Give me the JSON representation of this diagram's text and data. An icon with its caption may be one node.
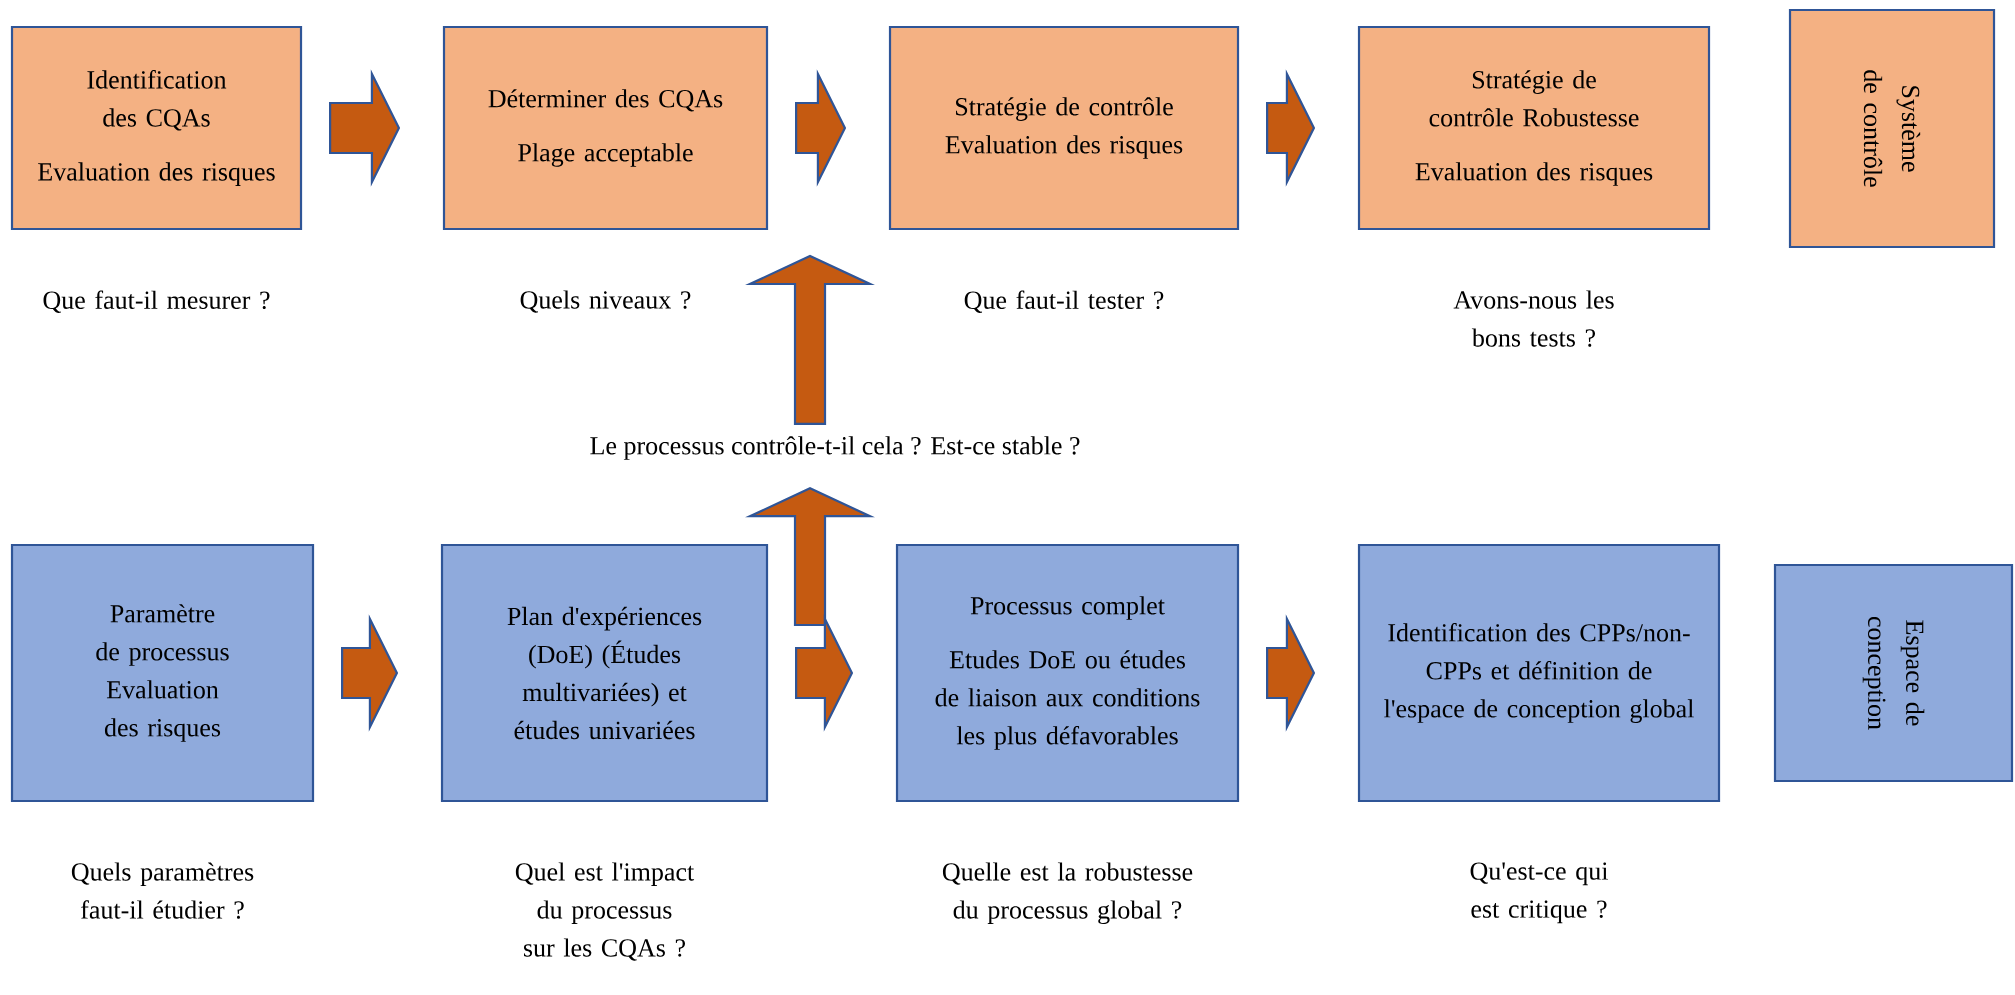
{
  "diagram": {
    "nodes": [
      {
        "text": [
          "Identification des CQAs",
          "Evaluation des risques"
        ],
        "beside": [
          "Que faut-il mesurer ?"
        ]
      },
      {
        "text": [
          "Déterminer des CQAs",
          "Plage acceptable"
        ],
        "beside": [
          "Quels niveaux ?"
        ]
      },
      {
        "text": [
          "Stratégie de contrôle Evaluation des risques"
        ],
        "beside": [
          "Que faut-il tester ?"
        ]
      },
      {
        "text": [
          "Stratégie de contrôle Robustesse",
          "Evaluation des risques"
        ],
        "beside": [
          "Avons-nous les bons tests ?"
        ]
      },
      {
        "text": [
          "Système de contrôle"
        ]
      },
      {
        "text": [
          "Le processus contrôle-t-il cela ? Est-ce stable ?"
        ]
      },
      {
        "text": [
          "Paramètre de processus Evaluation des risques"
        ],
        "beside": [
          "Quels paramètres faut-il étudier ?"
        ]
      },
      {
        "text": [
          "Plan d'expériences (DoE) (Études multivariées) et études univariées"
        ],
        "beside": [
          "Quel est l'impact du processus sur les CQAs ?"
        ]
      },
      {
        "text": [
          "Processus complet",
          "Etudes DoE ou études de liaison aux conditions les plus défavorables"
        ],
        "beside": [
          "Quelle est la robustesse du processus global ?"
        ]
      },
      {
        "text": [
          "Identification des CPPs/non-CPPs et définition de l'espace de conception global"
        ],
        "beside": [
          "Qu'est-ce qui est critique ?"
        ]
      },
      {
        "text": [
          "Espace de conception"
        ]
      }
    ],
    "edges": [
      {
        "from": 0,
        "to": 1,
        "arrow": "to"
      },
      {
        "from": 1,
        "to": 2,
        "arrow": "to"
      },
      {
        "from": 2,
        "to": 3,
        "arrow": "to"
      },
      {
        "from": null,
        "to": 5,
        "arrow": "to"
      },
      {
        "from": 5,
        "to": null,
        "arrow": "to"
      },
      {
        "from": 6,
        "to": 7,
        "arrow": "to"
      },
      {
        "from": 7,
        "to": 8,
        "arrow": "to"
      },
      {
        "from": 8,
        "to": 9,
        "arrow": "to"
      }
    ]
  }
}
